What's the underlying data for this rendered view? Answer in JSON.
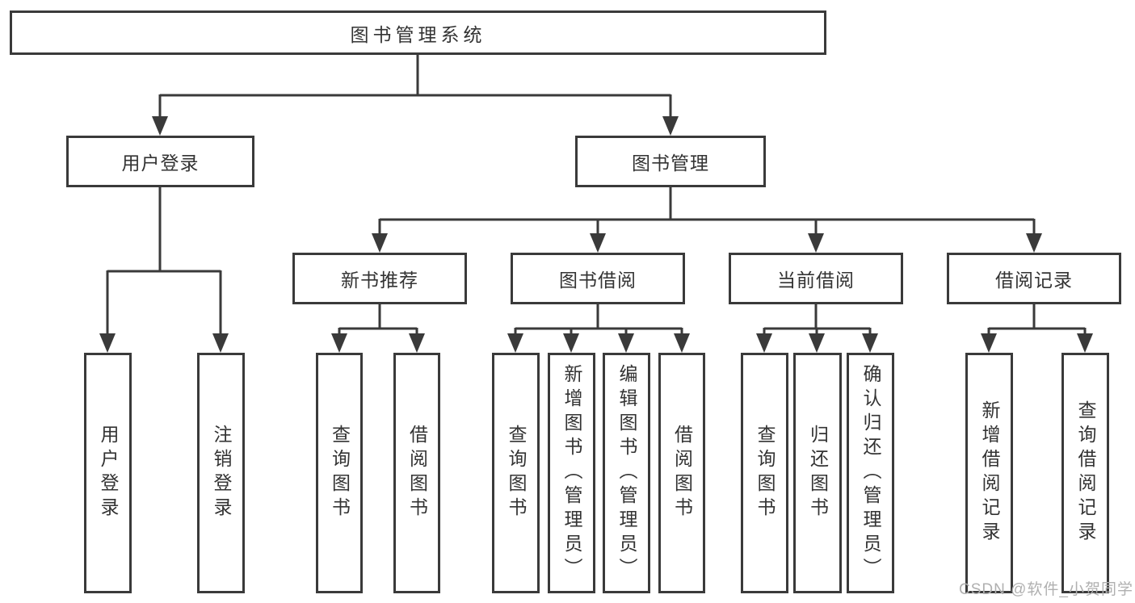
{
  "colors": {
    "line": "#3a3a3a",
    "box_border": "#3a3a3a",
    "text": "#333333",
    "background": "#ffffff",
    "watermark": "#b0b0b0"
  },
  "watermark": {
    "text": "CSDN @软件_小贺同学"
  },
  "diagram": {
    "type": "hierarchy-tree",
    "root": {
      "label": "图书管理系统",
      "children": [
        {
          "label": "用户登录",
          "children": [
            {
              "label": "用户登录"
            },
            {
              "label": "注销登录"
            }
          ]
        },
        {
          "label": "图书管理",
          "children": [
            {
              "label": "新书推荐",
              "children": [
                {
                  "label": "查询图书"
                },
                {
                  "label": "借阅图书"
                }
              ]
            },
            {
              "label": "图书借阅",
              "children": [
                {
                  "label": "查询图书"
                },
                {
                  "label": "新增图书（管理员）"
                },
                {
                  "label": "编辑图书（管理员）"
                },
                {
                  "label": "借阅图书"
                }
              ]
            },
            {
              "label": "当前借阅",
              "children": [
                {
                  "label": "查询图书"
                },
                {
                  "label": "归还图书"
                },
                {
                  "label": "确认归还（管理员）"
                }
              ]
            },
            {
              "label": "借阅记录",
              "children": [
                {
                  "label": "新增借阅记录"
                },
                {
                  "label": "查询借阅记录"
                }
              ]
            }
          ]
        }
      ]
    }
  }
}
